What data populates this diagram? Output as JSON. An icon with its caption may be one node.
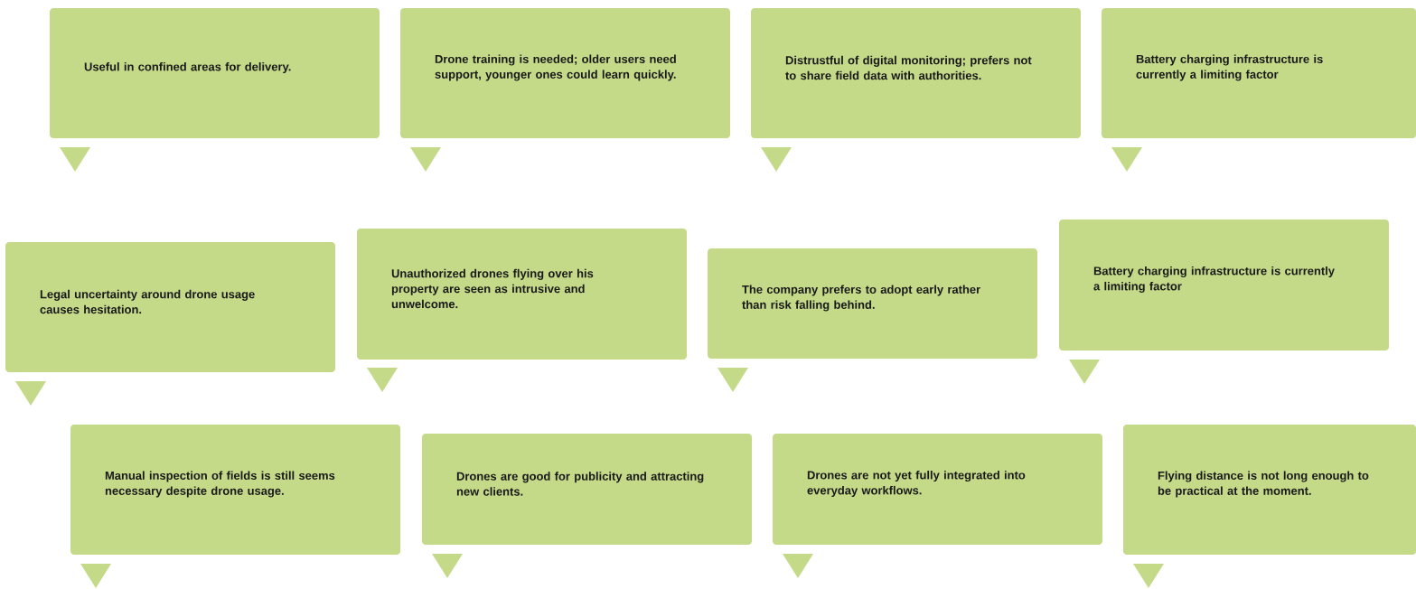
{
  "diagram": {
    "nodes": [
      {
        "text": [
          "Useful in confined areas for delivery."
        ]
      },
      {
        "text": [
          "Drone training is needed; older users need support, younger ones could learn quickly."
        ]
      },
      {
        "text": [
          "Distrustful of digital monitoring; prefers not to share field data with authorities."
        ]
      },
      {
        "text": [
          "Battery charging infrastructure is currently a limiting factor"
        ]
      },
      {
        "text": [
          "Legal uncertainty around drone usage causes hesitation."
        ]
      },
      {
        "text": [
          "Unauthorized drones flying over his property are seen as intrusive and unwelcome."
        ]
      },
      {
        "text": [
          "The company prefers to adopt early rather than risk falling behind."
        ]
      },
      {
        "text": [
          "Battery charging infrastructure is currently a limiting factor"
        ]
      },
      {
        "text": [
          "Manual inspection of fields is still seems necessary despite drone usage."
        ]
      },
      {
        "text": [
          "Drones are good for publicity and attracting new clients."
        ]
      },
      {
        "text": [
          "Drones are not yet fully integrated into everyday workflows."
        ]
      },
      {
        "text": [
          "Flying distance is not long enough to be practical at the moment."
        ]
      }
    ]
  }
}
